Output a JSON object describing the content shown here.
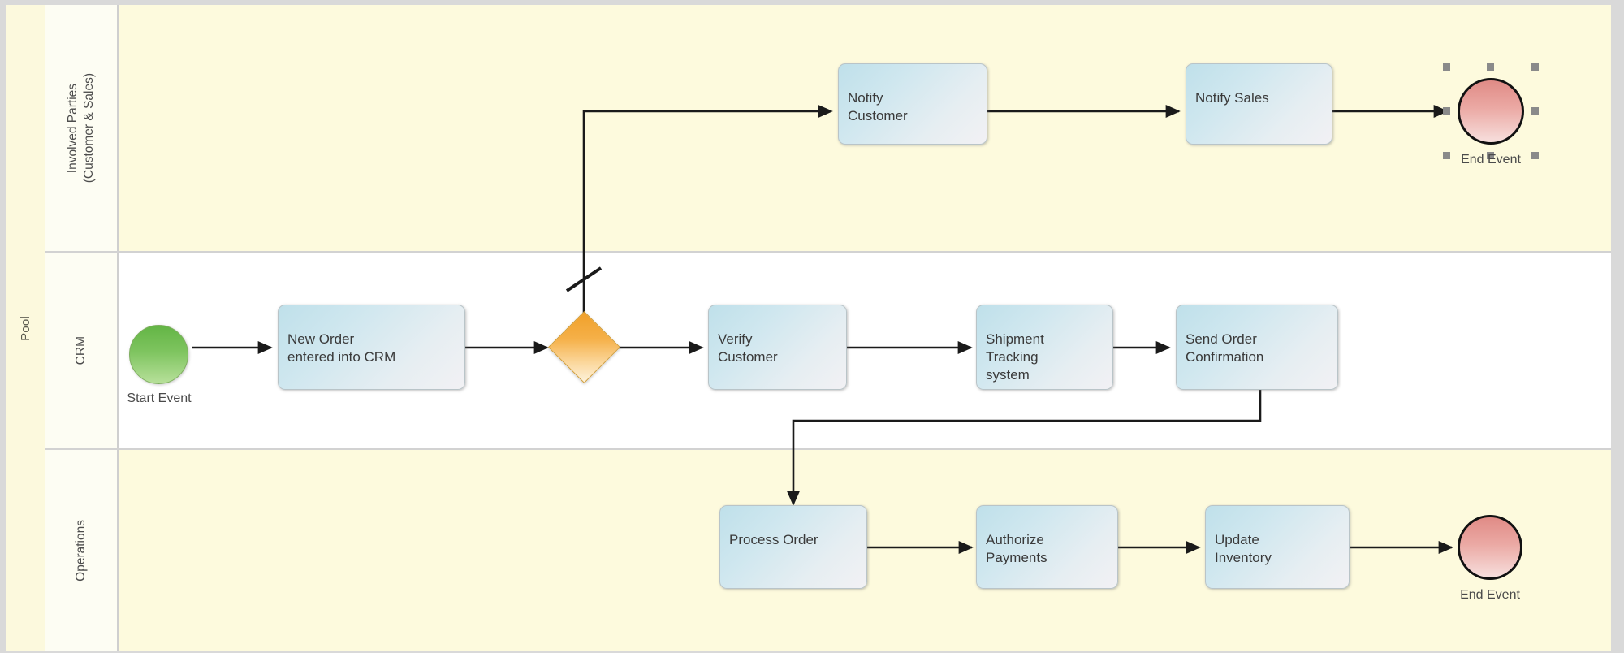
{
  "diagram": {
    "kind": "bpmn-pool-lane-diagram",
    "pool_label": "Pool",
    "colors": {
      "lane_tint": "#fdfadd",
      "lane_plain": "#ffffff",
      "lane_header": "#fdfdf3",
      "pool_header": "#fcf9dd",
      "task_fill_start": "#bfe0ea",
      "task_fill_end": "#f2f1f4",
      "task_border": "#b9c4c8",
      "start_event": "#7ec45f",
      "end_event": "#eba9a4",
      "gateway": "#f5b048",
      "connector": "#1a1a1a",
      "selection_handle": "#8a8a8a"
    },
    "lanes": [
      {
        "id": "involved-parties",
        "label": "Involved Parties\n(Customer & Sales)",
        "tinted": true
      },
      {
        "id": "crm",
        "label": "CRM",
        "tinted": false
      },
      {
        "id": "operations",
        "label": "Operations",
        "tinted": true
      }
    ],
    "nodes": [
      {
        "id": "start-event",
        "type": "start-event",
        "lane": "crm",
        "label": "",
        "caption": "Start Event"
      },
      {
        "id": "new-order-entered",
        "type": "task",
        "lane": "crm",
        "label": "New Order\nentered into CRM"
      },
      {
        "id": "gateway",
        "type": "gateway",
        "lane": "crm",
        "label": ""
      },
      {
        "id": "verify-customer",
        "type": "task",
        "lane": "crm",
        "label": "Verify\nCustomer"
      },
      {
        "id": "shipment-tracking",
        "type": "task",
        "lane": "crm",
        "label": "Shipment\nTracking\nsystem"
      },
      {
        "id": "send-order-confirmation",
        "type": "task",
        "lane": "crm",
        "label": "Send Order\nConfirmation"
      },
      {
        "id": "notify-customer",
        "type": "task",
        "lane": "involved-parties",
        "label": "Notify\nCustomer"
      },
      {
        "id": "notify-sales",
        "type": "task",
        "lane": "involved-parties",
        "label": "Notify Sales"
      },
      {
        "id": "end-event-top",
        "type": "end-event",
        "lane": "involved-parties",
        "label": "",
        "caption": "End Event",
        "selected": true
      },
      {
        "id": "process-order",
        "type": "task",
        "lane": "operations",
        "label": "Process Order"
      },
      {
        "id": "authorize-payments",
        "type": "task",
        "lane": "operations",
        "label": "Authorize\nPayments"
      },
      {
        "id": "update-inventory",
        "type": "task",
        "lane": "operations",
        "label": "Update\nInventory"
      },
      {
        "id": "end-event-bottom",
        "type": "end-event",
        "lane": "operations",
        "label": "",
        "caption": "End Event",
        "selected": false
      }
    ],
    "flows": [
      {
        "from": "start-event",
        "to": "new-order-entered"
      },
      {
        "from": "new-order-entered",
        "to": "gateway"
      },
      {
        "from": "gateway",
        "to": "verify-customer"
      },
      {
        "from": "gateway",
        "to": "notify-customer",
        "default": true
      },
      {
        "from": "verify-customer",
        "to": "shipment-tracking"
      },
      {
        "from": "shipment-tracking",
        "to": "send-order-confirmation"
      },
      {
        "from": "send-order-confirmation",
        "to": "process-order"
      },
      {
        "from": "notify-customer",
        "to": "notify-sales"
      },
      {
        "from": "notify-sales",
        "to": "end-event-top"
      },
      {
        "from": "process-order",
        "to": "authorize-payments"
      },
      {
        "from": "authorize-payments",
        "to": "update-inventory"
      },
      {
        "from": "update-inventory",
        "to": "end-event-bottom"
      }
    ]
  },
  "labels": {
    "pool": "Pool",
    "lane_involved_parties": "Involved Parties\n(Customer & Sales)",
    "lane_crm": "CRM",
    "lane_operations": "Operations",
    "task_new_order": "New Order\nentered into CRM",
    "task_verify_customer": "Verify\nCustomer",
    "task_shipment_tracking": "Shipment\nTracking\nsystem",
    "task_send_order_confirmation": "Send Order\nConfirmation",
    "task_notify_customer": "Notify\nCustomer",
    "task_notify_sales": "Notify Sales",
    "task_process_order": "Process Order",
    "task_authorize_payments": "Authorize\nPayments",
    "task_update_inventory": "Update\nInventory",
    "caption_start_event": "Start Event",
    "caption_end_event_top": "End Event",
    "caption_end_event_bottom": "End Event"
  }
}
